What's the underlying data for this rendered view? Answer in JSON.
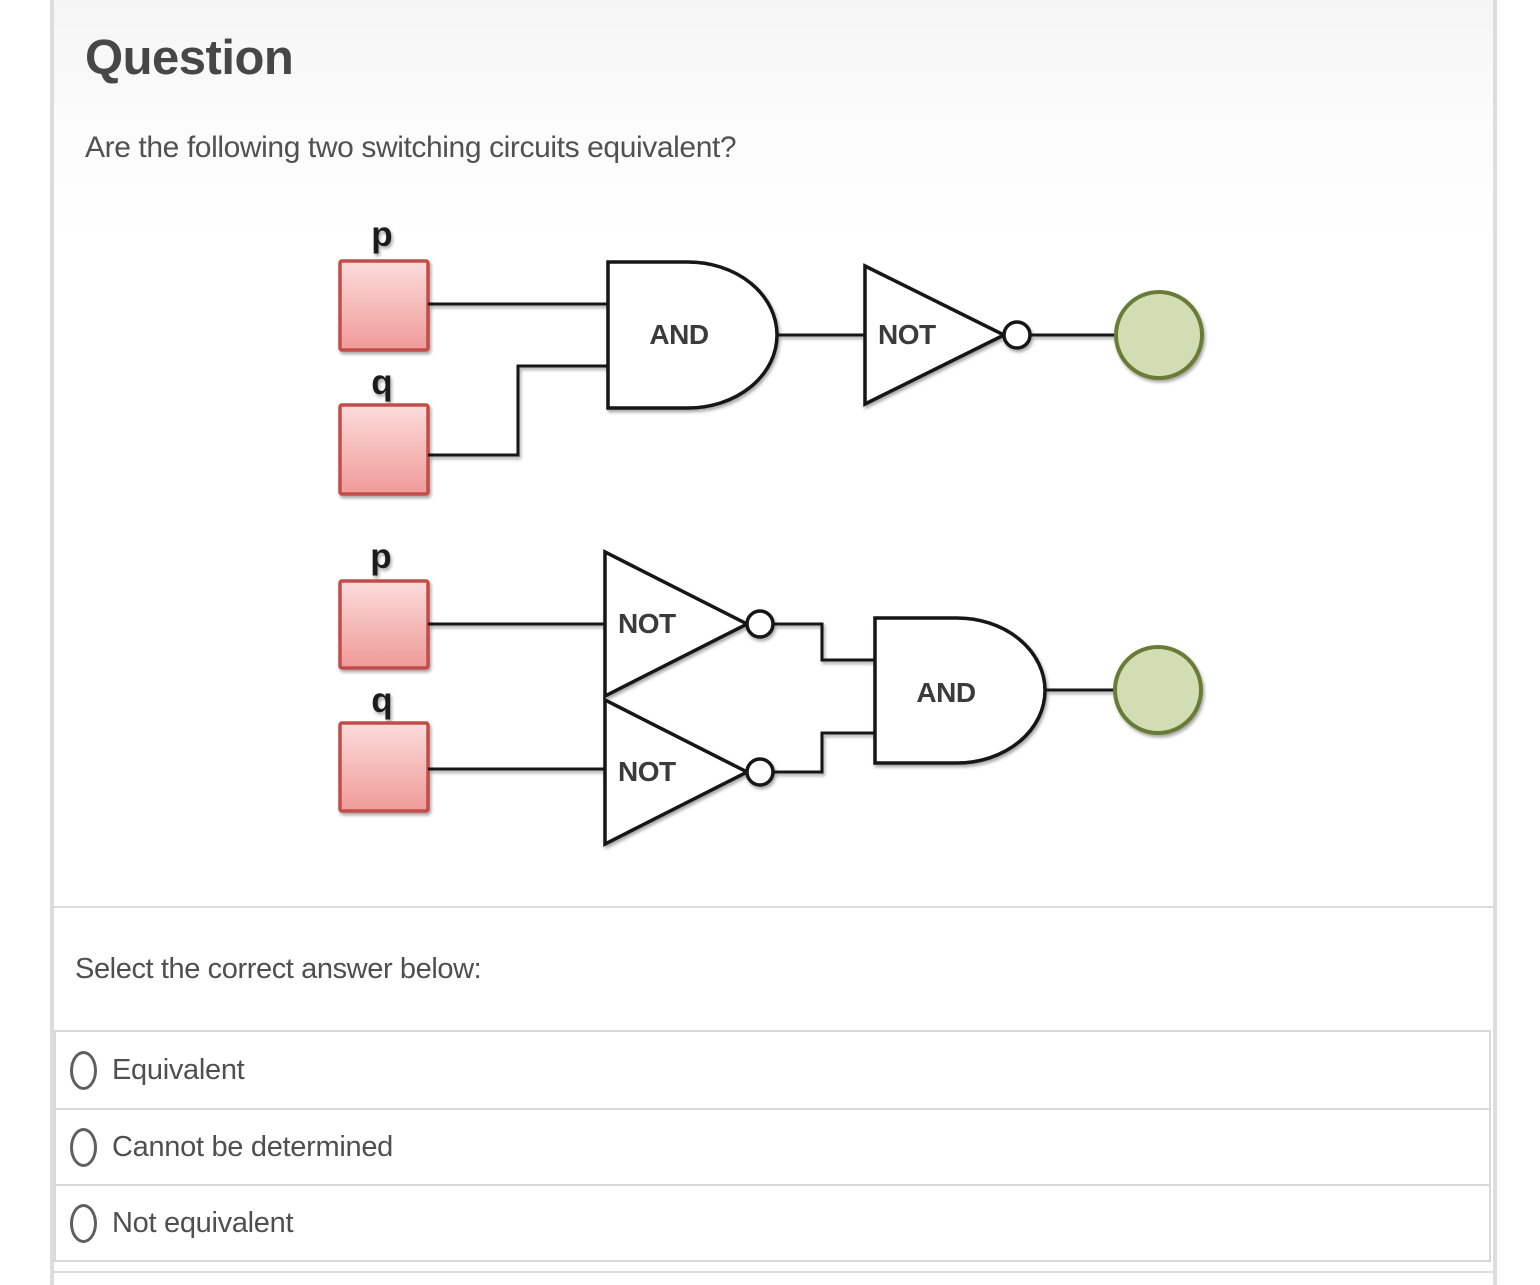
{
  "header": {
    "title": "Question"
  },
  "question": {
    "text": "Are the following two switching circuits equivalent?"
  },
  "circuit1": {
    "input1_label": "p",
    "input2_label": "q",
    "gate1_label": "AND",
    "gate2_label": "NOT"
  },
  "circuit2": {
    "input1_label": "p",
    "input2_label": "q",
    "gate1_label": "NOT",
    "gate2_label": "NOT",
    "gate3_label": "AND"
  },
  "answer_section": {
    "prompt": "Select the correct answer below:",
    "options": [
      {
        "label": "Equivalent",
        "selected": false
      },
      {
        "label": "Cannot be determined",
        "selected": false
      },
      {
        "label": "Not equivalent",
        "selected": false
      }
    ]
  },
  "colors": {
    "input_fill_top": "#fbdcda",
    "input_fill_bottom": "#ef9a98",
    "input_border": "#c04d4a",
    "output_fill": "#d3ddb4",
    "output_border": "#697c36",
    "wire": "#141414",
    "divider": "#dcdcdc",
    "text": "#4f4f4f"
  }
}
